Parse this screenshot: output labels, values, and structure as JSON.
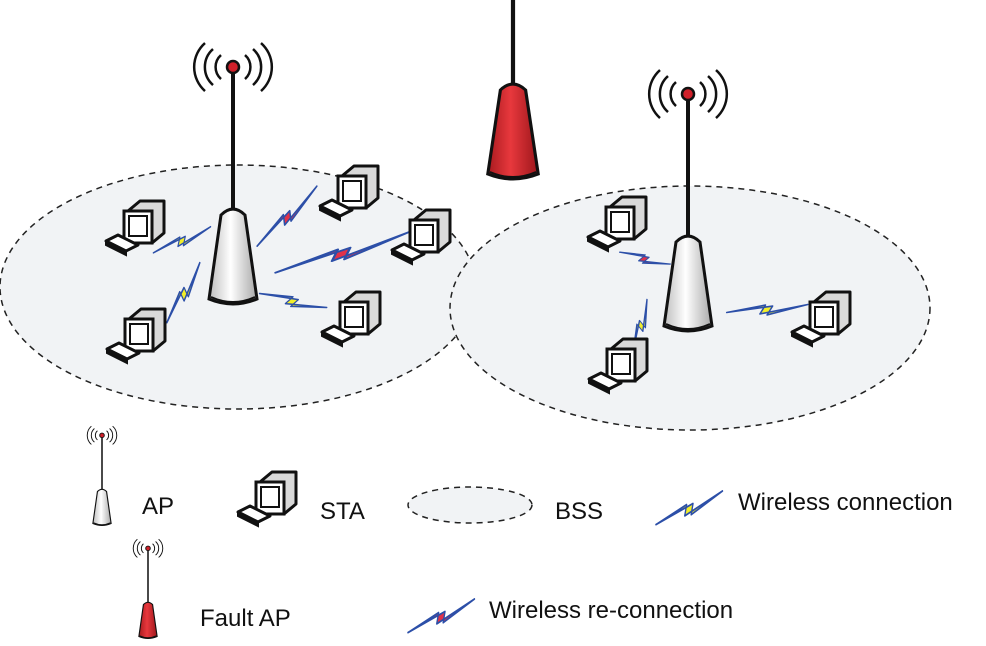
{
  "legend": {
    "ap_label": "AP",
    "sta_label": "STA",
    "bss_label": "BSS",
    "wireless_connection_label": "Wireless connection",
    "fault_ap_label": "Fault AP",
    "wireless_reconnection_label": "Wireless re-connection"
  },
  "colors": {
    "ap_body": "#e8e8e8",
    "fault_ap_body": "#d9262b",
    "bss_fill": "#f1f3f5",
    "wireless_connection_bolt": "#f2ee2a",
    "wireless_reconnection_bolt": "#e0324a",
    "bolt_edge": "#2c4fa8",
    "antenna_tip": "#d0202a",
    "outline": "#111111"
  },
  "icons": {
    "ap": "access-point-icon",
    "fault_ap": "fault-access-point-icon",
    "sta": "workstation-computer-icon",
    "bss": "dashed-ellipse",
    "wireless_connection": "yellow-lightning-icon",
    "wireless_reconnection": "red-lightning-icon"
  }
}
